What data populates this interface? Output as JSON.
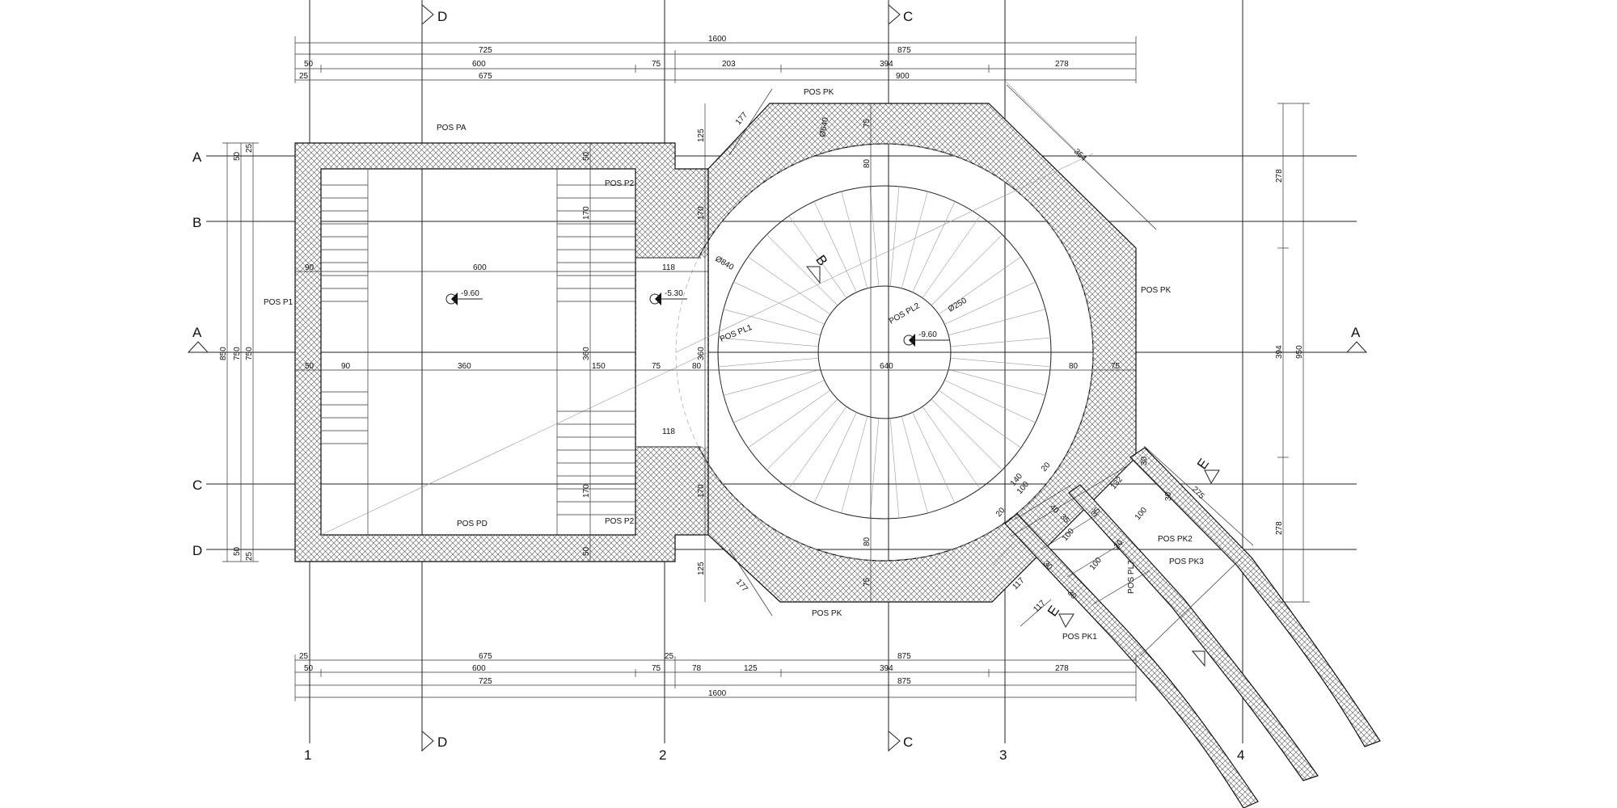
{
  "grid": {
    "columns": [
      "1",
      "2",
      "3",
      "4"
    ],
    "rows": [
      "A",
      "B",
      "C",
      "D"
    ]
  },
  "sections": {
    "a": "A",
    "b": "B",
    "c": "C",
    "d": "D",
    "e": "E"
  },
  "labels": {
    "pos_pa": "POS PA",
    "pos_p1": "POS P1",
    "pos_p2": "POS P2",
    "pos_pd": "POS PD",
    "pos_pk": "POS PK",
    "pos_pl1": "POS PL1",
    "pos_pl2": "POS PL2",
    "pos_pk1": "POS PK1",
    "pos_pk2": "POS PK2",
    "pos_pk3": "POS PK3",
    "pos_pl7": "POS PL7"
  },
  "levels": {
    "left_chamber": "-9.60",
    "corridor": "-5.30",
    "shaft": "-9.60"
  },
  "diameters": {
    "d840": "Ø840",
    "d250": "Ø250",
    "d640": "Ø640"
  },
  "dims": {
    "top_total": "1600",
    "top_725": "725",
    "top_875": "875",
    "top_50": "50",
    "top_600": "600",
    "top_75": "75",
    "top_203": "203",
    "top_394": "394",
    "top_278": "278",
    "top_25": "25",
    "top_675": "675",
    "top_900": "900",
    "bot_25a": "25",
    "bot_675": "675",
    "bot_25b": "25",
    "bot_875a": "875",
    "bot_50": "50",
    "bot_600": "600",
    "bot_75": "75",
    "bot_78": "78",
    "bot_125": "125",
    "bot_394": "394",
    "bot_278": "278",
    "bot_725": "725",
    "bot_875b": "875",
    "bot_1600": "1600",
    "mid_50": "50",
    "mid_90": "90",
    "mid_360": "360",
    "mid_150": "150",
    "mid_75": "75",
    "mid_80a": "80",
    "mid_640": "640",
    "mid_80b": "80",
    "mid_75b": "75",
    "upper_90": "90",
    "upper_600": "600",
    "upper_118": "118",
    "lower_118": "118",
    "left_850": "850",
    "left_750a": "750",
    "left_750b": "750",
    "left_50a": "50",
    "left_25a": "25",
    "left_50b": "50",
    "left_25b": "25",
    "right_278a": "278",
    "right_394": "394",
    "right_950": "950",
    "right_278b": "278",
    "v_125a": "125",
    "v_177a": "177",
    "v_170a": "170",
    "v_170b": "170",
    "v_170c": "170",
    "v_170d": "170",
    "v_360a": "360",
    "v_360b": "360",
    "v_125b": "125",
    "v_177b": "177",
    "v_50a": "50",
    "v_50b": "50",
    "v_75a": "75",
    "v_80a": "80",
    "v_80b": "80",
    "v_75b": "75",
    "d_354": "354",
    "d_275": "275",
    "d_140": "140",
    "d_100a": "100",
    "d_20a": "20",
    "d_40": "40",
    "d_35a": "35",
    "d_20b": "20",
    "d_100b": "100",
    "d_30a": "30",
    "d_30b": "30",
    "d_100c": "100",
    "d_117a": "117",
    "d_117b": "117",
    "d_132": "132",
    "d_30c": "30",
    "d_100d": "100",
    "d_30e": "30",
    "d_35b": "35",
    "d_20c": "20"
  }
}
